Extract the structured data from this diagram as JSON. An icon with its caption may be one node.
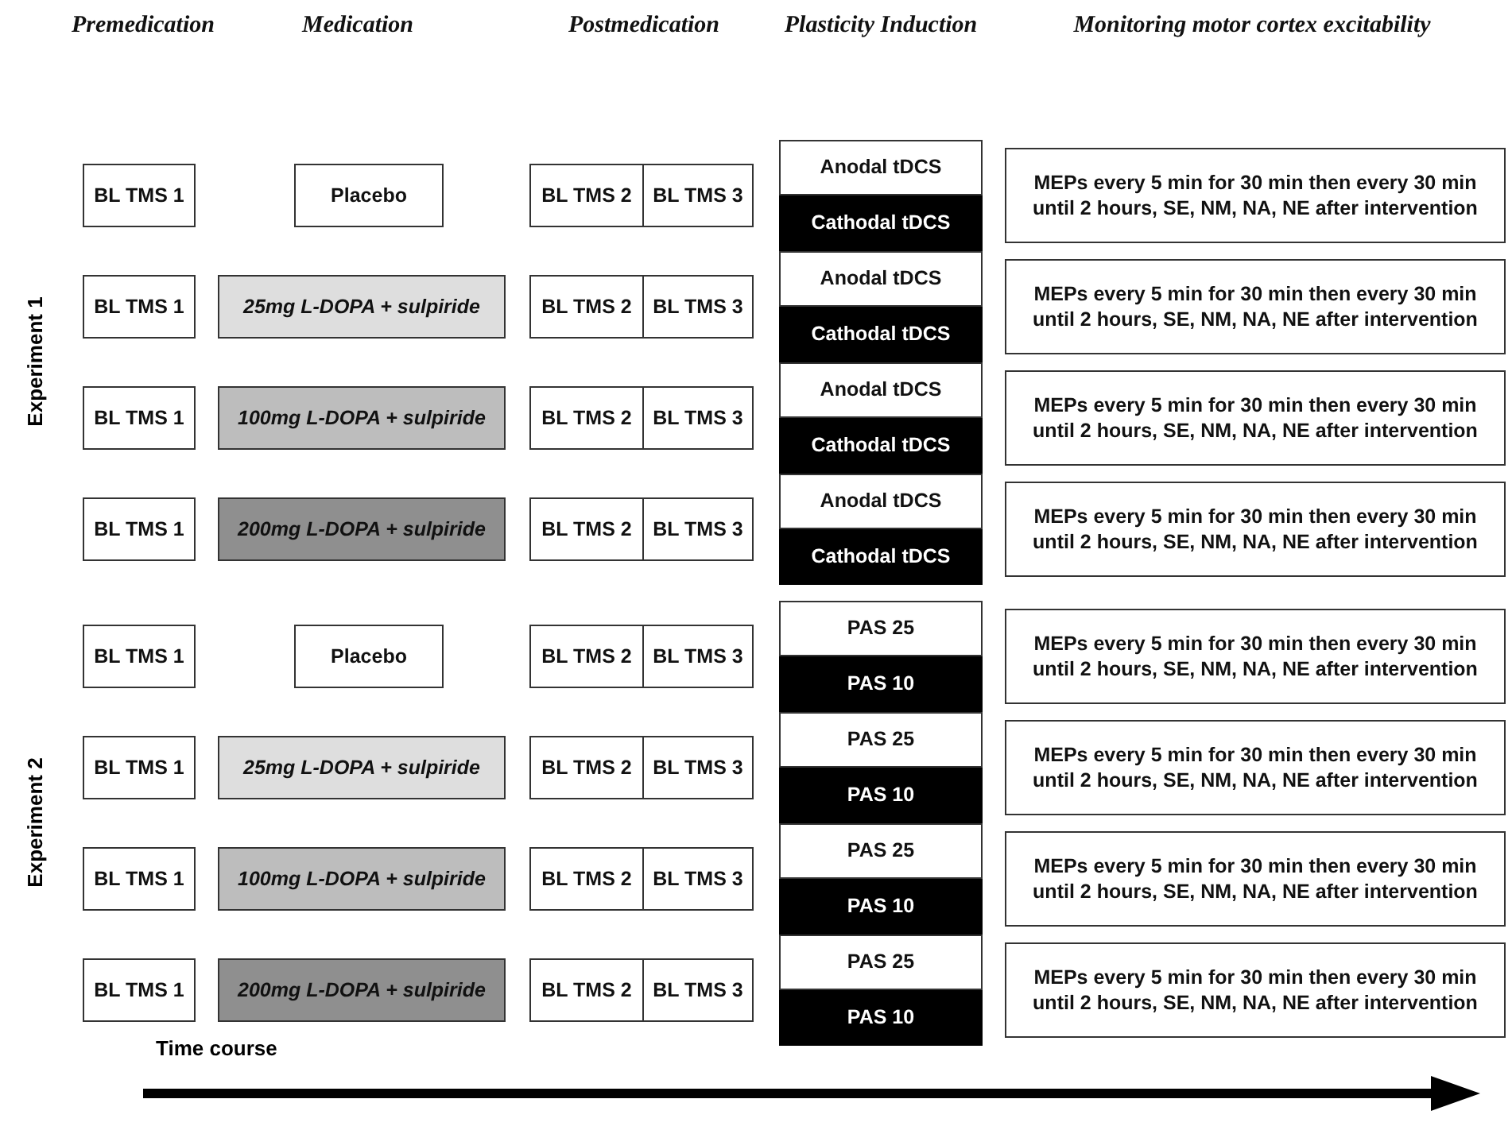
{
  "diagram": {
    "nodes": [
      {
        "text": [
          "BL TMS 1"
        ]
      },
      {
        "text": [
          "Placebo"
        ]
      },
      {
        "text": [
          "BL TMS 2"
        ]
      },
      {
        "text": [
          "BL TMS 3"
        ]
      },
      {
        "text": [
          "Anodal tDCS"
        ]
      },
      {
        "text": [
          "Cathodal tDCS"
        ]
      },
      {
        "text": [
          "MEPs every 5 min for 30 min then every 30 min until 2 hours, SE, NM, NA, NE after intervention"
        ]
      },
      {
        "text": [
          "BL TMS 1"
        ]
      },
      {
        "text": [
          "25mg L-DOPA + sulpiride"
        ]
      },
      {
        "text": [
          "BL TMS 2"
        ]
      },
      {
        "text": [
          "BL TMS 3"
        ]
      },
      {
        "text": [
          "Anodal tDCS"
        ]
      },
      {
        "text": [
          "Cathodal tDCS"
        ]
      },
      {
        "text": [
          "MEPs every 5 min for 30 min then every 30 min until 2 hours, SE, NM, NA, NE after intervention"
        ]
      },
      {
        "text": [
          "BL TMS 1"
        ]
      },
      {
        "text": [
          "100mg L-DOPA + sulpiride"
        ]
      },
      {
        "text": [
          "BL TMS 2"
        ]
      },
      {
        "text": [
          "BL TMS 3"
        ]
      },
      {
        "text": [
          "Anodal tDCS"
        ]
      },
      {
        "text": [
          "Cathodal tDCS"
        ]
      },
      {
        "text": [
          "MEPs every 5 min for 30 min then every 30 min until 2 hours, SE, NM, NA, NE after intervention"
        ]
      },
      {
        "text": [
          "BL TMS 1"
        ]
      },
      {
        "text": [
          "200mg L-DOPA + sulpiride"
        ]
      },
      {
        "text": [
          "BL TMS 2"
        ]
      },
      {
        "text": [
          "BL TMS 3"
        ]
      },
      {
        "text": [
          "Anodal tDCS"
        ]
      },
      {
        "text": [
          "Cathodal tDCS"
        ]
      },
      {
        "text": [
          "MEPs every 5 min for 30 min then every 30 min until 2 hours, SE, NM, NA, NE after intervention"
        ]
      },
      {
        "text": [
          "BL TMS 1"
        ]
      },
      {
        "text": [
          "Placebo"
        ]
      },
      {
        "text": [
          "BL TMS 2"
        ]
      },
      {
        "text": [
          "BL TMS 3"
        ]
      },
      {
        "text": [
          "PAS 25"
        ]
      },
      {
        "text": [
          "PAS 10"
        ]
      },
      {
        "text": [
          "MEPs every 5 min for 30 min then every 30 min until 2 hours, SE, NM, NA, NE after intervention"
        ]
      },
      {
        "text": [
          "BL TMS 1"
        ]
      },
      {
        "text": [
          "25mg L-DOPA + sulpiride"
        ]
      },
      {
        "text": [
          "BL TMS 2"
        ]
      },
      {
        "text": [
          "BL TMS 3"
        ]
      },
      {
        "text": [
          "PAS 25"
        ]
      },
      {
        "text": [
          "PAS 10"
        ]
      },
      {
        "text": [
          "MEPs every 5 min for 30 min then every 30 min until 2 hours, SE, NM, NA, NE after intervention"
        ]
      },
      {
        "text": [
          "BL TMS 1"
        ]
      },
      {
        "text": [
          "100mg L-DOPA + sulpiride"
        ]
      },
      {
        "text": [
          "BL TMS 2"
        ]
      },
      {
        "text": [
          "BL TMS 3"
        ]
      },
      {
        "text": [
          "PAS 25"
        ]
      },
      {
        "text": [
          "PAS 10"
        ]
      },
      {
        "text": [
          "MEPs every 5 min for 30 min then every 30 min until 2 hours, SE, NM, NA, NE after intervention"
        ]
      },
      {
        "text": [
          "BL TMS 1"
        ]
      },
      {
        "text": [
          "200mg L-DOPA + sulpiride"
        ]
      },
      {
        "text": [
          "BL TMS 2"
        ]
      },
      {
        "text": [
          "BL TMS 3"
        ]
      },
      {
        "text": [
          "PAS 25"
        ]
      },
      {
        "text": [
          "PAS 10"
        ]
      },
      {
        "text": [
          "MEPs every 5 min for 30 min then every 30 min until 2 hours, SE, NM, NA, NE after intervention"
        ]
      }
    ],
    "labels": [
      "Premedication",
      "Medication",
      "Postmedication",
      "Plasticity Induction",
      "Monitoring motor cortex excitability",
      "Experiment 1",
      "Experiment 2",
      "Time course"
    ]
  }
}
